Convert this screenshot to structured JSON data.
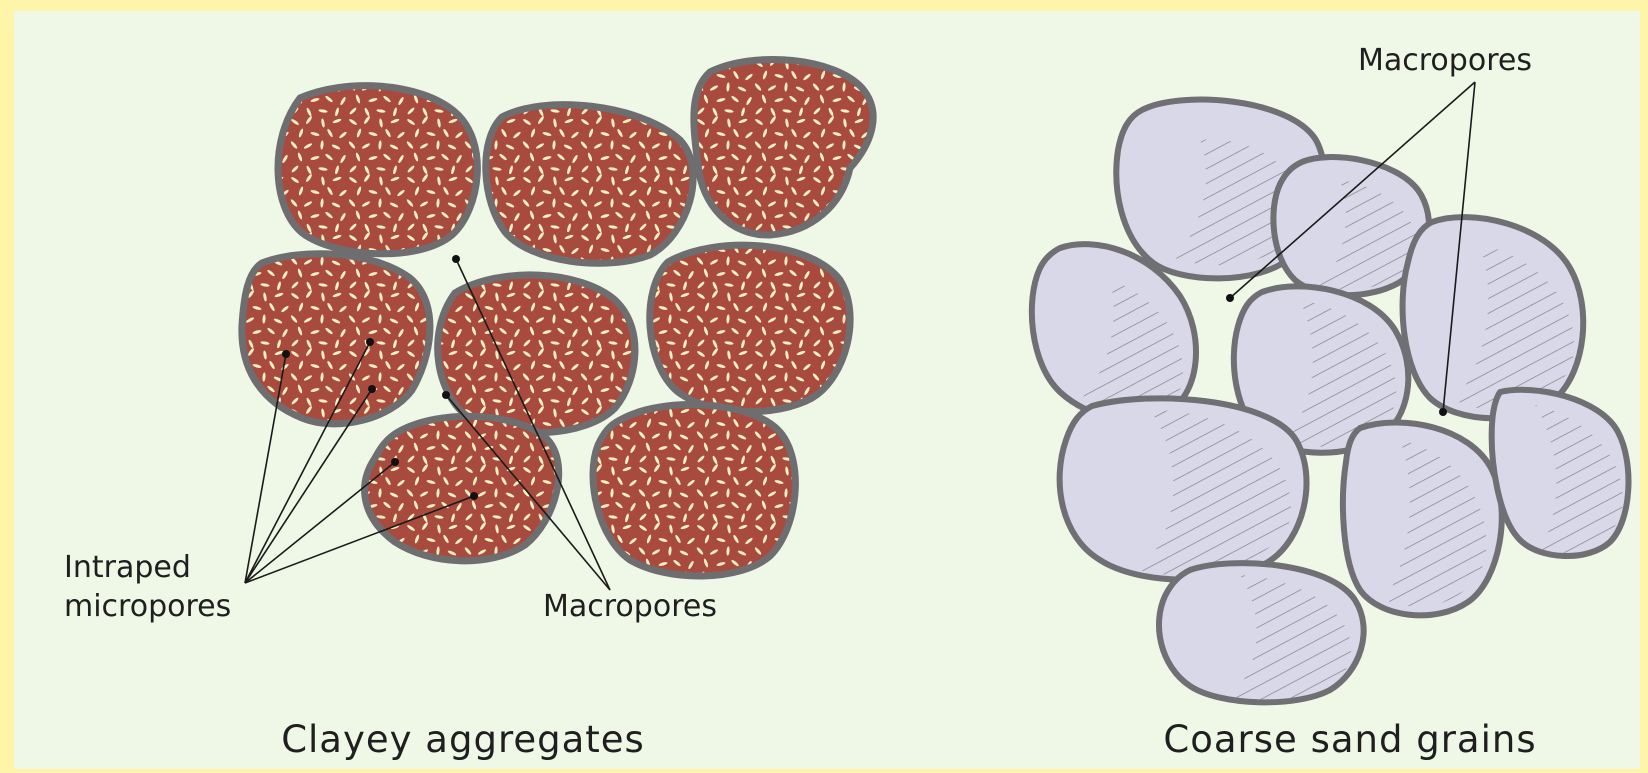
{
  "colors": {
    "frame": "#fff5a8",
    "panel": "#eff7e7",
    "aggregate_fill": "#a94a3f",
    "aggregate_outline": "#6e6e70",
    "micropore_fleck": "#f4f1c2",
    "sand_fill": "#d8d8e8",
    "sand_outline": "#6f6f74",
    "leader_line": "#1a1a1a"
  },
  "left_panel": {
    "caption": "Clayey aggregates",
    "label_micropores_line1": "Intraped",
    "label_micropores_line2": "micropores",
    "label_macropores": "Macropores"
  },
  "right_panel": {
    "caption": "Coarse sand grains",
    "label_macropores": "Macropores"
  }
}
